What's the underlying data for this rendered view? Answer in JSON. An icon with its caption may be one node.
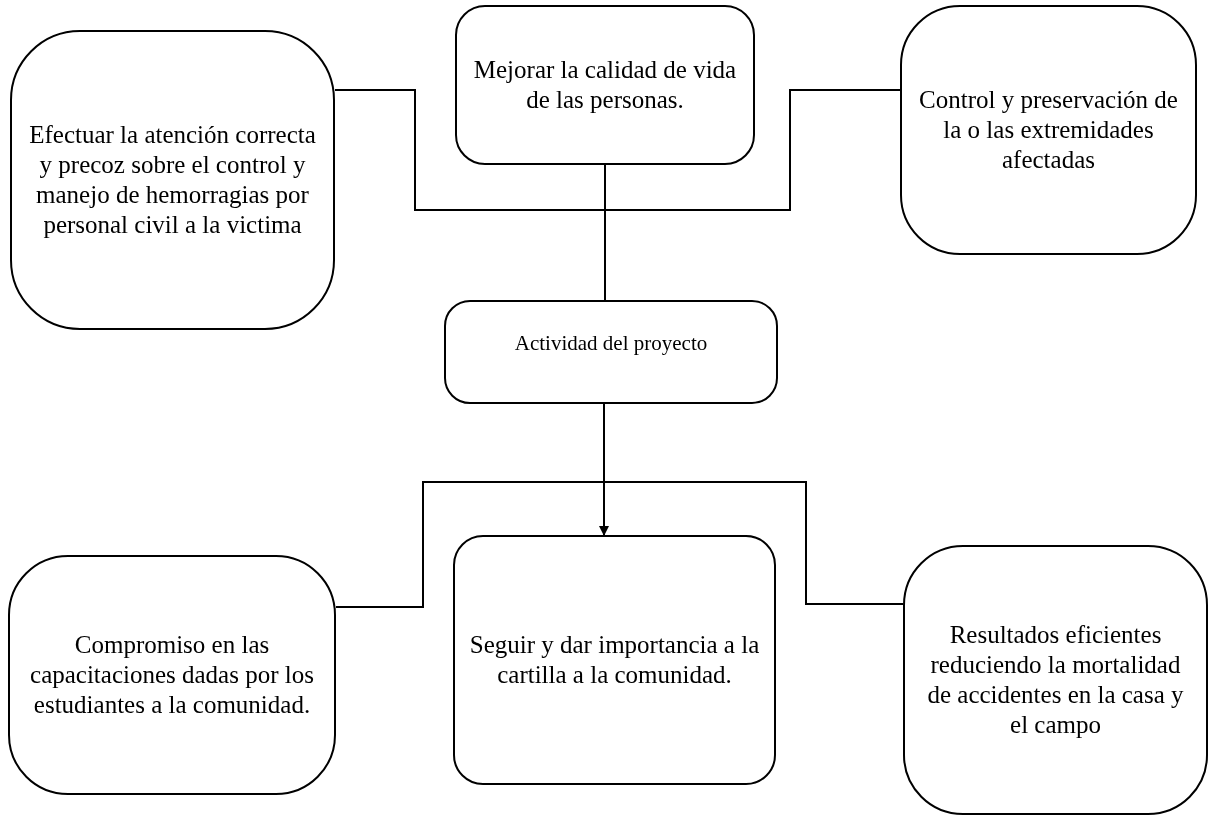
{
  "diagram": {
    "nodes": [
      {
        "text": [
          "Efectuar la atención correcta y precoz sobre el control y manejo de hemorragias por personal civil a la victima"
        ]
      },
      {
        "text": [
          "Mejorar la calidad de vida de las personas."
        ]
      },
      {
        "text": [
          "Control y preservación de la o las extremidades afectadas"
        ]
      },
      {
        "text": [
          "Actividad del proyecto"
        ]
      },
      {
        "text": [
          "Compromiso en las capacitaciones dadas por los estudiantes a la comunidad."
        ]
      },
      {
        "text": [
          "Seguir y dar importancia a la cartilla a la comunidad."
        ]
      },
      {
        "text": [
          "Resultados eficientes reduciendo la mortalidad de accidentes en la casa y el campo"
        ]
      }
    ],
    "edges": [
      {
        "from": 0,
        "to": 2,
        "arrow": "none"
      },
      {
        "from": 1,
        "to": 3,
        "arrow": "none"
      },
      {
        "from": 3,
        "to": 5,
        "arrow": "to"
      },
      {
        "from": 4,
        "to": 6,
        "arrow": "none"
      }
    ]
  }
}
